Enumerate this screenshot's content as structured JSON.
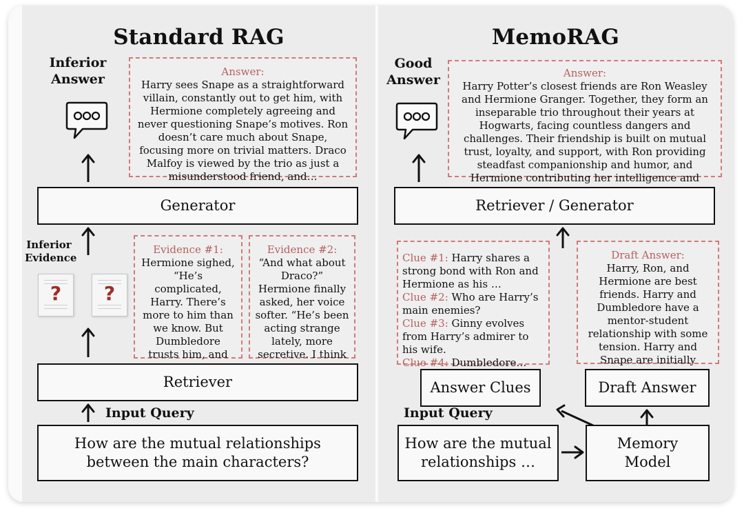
{
  "standard": {
    "title": "Standard RAG",
    "answer_label": "Inferior\nAnswer",
    "answer_box": {
      "heading": "Answer:",
      "text": "Harry sees Snape as a straightforward villain, constantly out to get him, with Hermione completely agreeing and never questioning Snape’s motives. Ron doesn’t care much about Snape, focusing more on trivial matters. Draco Malfoy is viewed by the trio as just a misunderstood friend, and…"
    },
    "generator": "Generator",
    "evidence_label": "Inferior\nEvidence",
    "evidence": [
      {
        "heading": "Evidence #1:",
        "text": "Hermione sighed, “He’s complicated, Harry. There’s more to him than we know. But Dumbledore trusts him, and that has…"
      },
      {
        "heading": "Evidence #2:",
        "text": "“And what about Draco?” Hermione finally asked, her voice softer. “He’s been acting strange lately, more secretive. I think …"
      }
    ],
    "retriever": "Retriever",
    "input_label": "Input Query",
    "query": "How are the mutual relationships between the main characters?"
  },
  "memorag": {
    "title": "MemoRAG",
    "answer_label": "Good\nAnswer",
    "answer_box": {
      "heading": "Answer:",
      "text": "Harry Potter’s closest friends are Ron Weasley and Hermione Granger. Together, they form an inseparable trio throughout their years at Hogwarts, facing countless dangers and challenges. Their friendship is built on mutual trust, loyalty, and support, with Ron providing steadfast companionship and humor, and Hermione contributing her intelligence and resourcefulness…"
    },
    "generator": "Retriever / Generator",
    "clues": [
      {
        "tag": "Clue #1:",
        "text": " Harry shares a strong bond with Ron and Hermione as his …"
      },
      {
        "tag": "Clue #2:",
        "text": " Who are Harry’s main enemies?"
      },
      {
        "tag": "Clue #3:",
        "text": " Ginny evolves from Harry’s admirer to his wife."
      },
      {
        "tag": "Clue #4:",
        "text": " Dumbledore…"
      }
    ],
    "draft_box": {
      "heading": "Draft Answer:",
      "text": "Harry, Ron, and Hermione are best friends. Harry and Dumbledore have a mentor-student relationship with some tension. Harry and Snape are initially antagonistic, but …"
    },
    "answer_clues": "Answer Clues",
    "draft_answer": "Draft Answer",
    "input_label": "Input Query",
    "query": "How are the mutual relationships …",
    "memory_model": "Memory Model"
  },
  "icons": [
    "chat-bubble-icon",
    "question-document-icon",
    "up-arrow-icon",
    "right-arrow-icon",
    "diagonal-arrow-icon"
  ],
  "colors": {
    "dashed_border": "#d07a78",
    "heading_red": "#b5605e",
    "question_mark": "#9b2e2a",
    "panel_bg": "#ececec"
  }
}
